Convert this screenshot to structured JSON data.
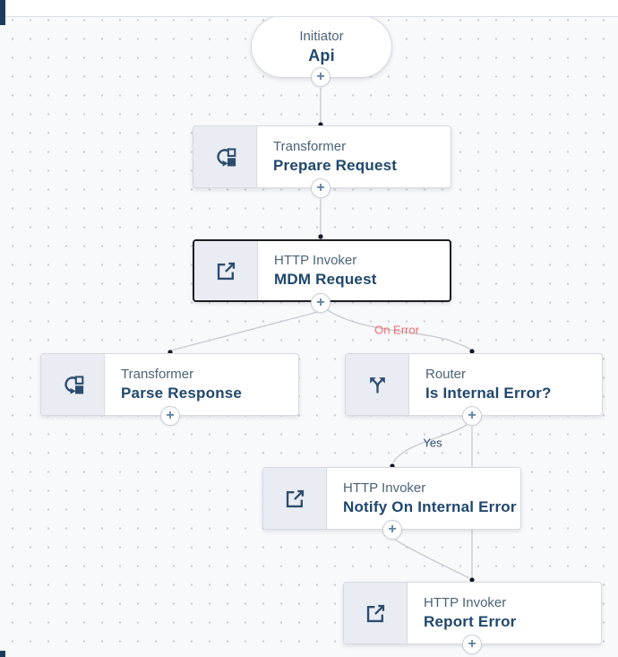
{
  "controls": {
    "add_glyph": "+"
  },
  "nodes": [
    {
      "id": "api",
      "type_label": "Initiator",
      "name": "Api",
      "icon": "none",
      "shape": "pill",
      "selected": false
    },
    {
      "id": "prepare",
      "type_label": "Transformer",
      "name": "Prepare Request",
      "icon": "transformer-icon",
      "shape": "card",
      "selected": false
    },
    {
      "id": "mdm",
      "type_label": "HTTP Invoker",
      "name": "MDM Request",
      "icon": "http-invoker-icon",
      "shape": "card",
      "selected": true
    },
    {
      "id": "parse",
      "type_label": "Transformer",
      "name": "Parse Response",
      "icon": "transformer-icon",
      "shape": "card",
      "selected": false
    },
    {
      "id": "router",
      "type_label": "Router",
      "name": "Is Internal Error?",
      "icon": "router-icon",
      "shape": "card",
      "selected": false
    },
    {
      "id": "notify",
      "type_label": "HTTP Invoker",
      "name": "Notify On Internal Error",
      "icon": "http-invoker-icon",
      "shape": "card",
      "selected": false
    },
    {
      "id": "report",
      "type_label": "HTTP Invoker",
      "name": "Report Error",
      "icon": "http-invoker-icon",
      "shape": "card",
      "selected": false
    }
  ],
  "edges": {
    "labels": {
      "on_error": "On Error",
      "yes": "Yes"
    },
    "connections": [
      {
        "from": "api",
        "to": "prepare",
        "label": ""
      },
      {
        "from": "prepare",
        "to": "mdm",
        "label": ""
      },
      {
        "from": "mdm",
        "to": "parse",
        "label": ""
      },
      {
        "from": "mdm",
        "to": "router",
        "label": "On Error"
      },
      {
        "from": "router",
        "to": "notify",
        "label": "Yes"
      },
      {
        "from": "router",
        "to": "report",
        "label": ""
      },
      {
        "from": "notify",
        "to": "report",
        "label": ""
      }
    ]
  },
  "colors": {
    "selected_node_border": "#1c1e22",
    "error_edge_label": "#f0696f",
    "yes_edge_label": "#2e4f6e",
    "node_icon": "#2c4d6e",
    "node_name_text": "#1f476d",
    "node_type_text": "#4b6378",
    "icon_panel_bg": "#e9edf3",
    "canvas_bg": "#f8f9fb",
    "sidebar_edge": "#1c3c5e"
  }
}
